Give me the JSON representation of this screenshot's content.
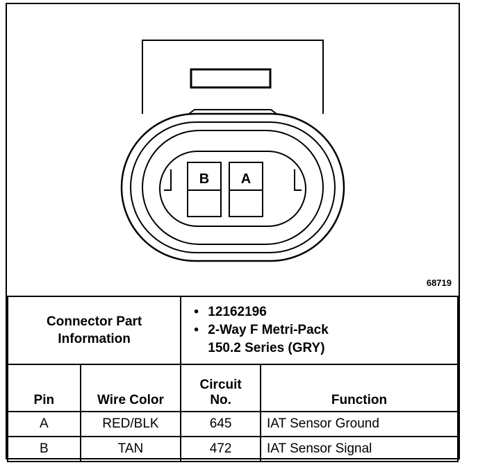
{
  "figure_id": "68719",
  "pins": {
    "left": "B",
    "right": "A"
  },
  "part_info": {
    "title_line1": "Connector Part",
    "title_line2": "Information",
    "bullets": [
      "12162196",
      "2-Way F Metri-Pack",
      "150.2 Series (GRY)"
    ]
  },
  "table": {
    "headers": {
      "pin": "Pin",
      "wire_color": "Wire Color",
      "circuit_line1": "Circuit",
      "circuit_line2": "No.",
      "function": "Function"
    },
    "rows": [
      {
        "pin": "A",
        "wire_color": "RED/BLK",
        "circuit": "645",
        "function": "IAT Sensor Ground"
      },
      {
        "pin": "B",
        "wire_color": "TAN",
        "circuit": "472",
        "function": "IAT Sensor Signal"
      }
    ]
  }
}
